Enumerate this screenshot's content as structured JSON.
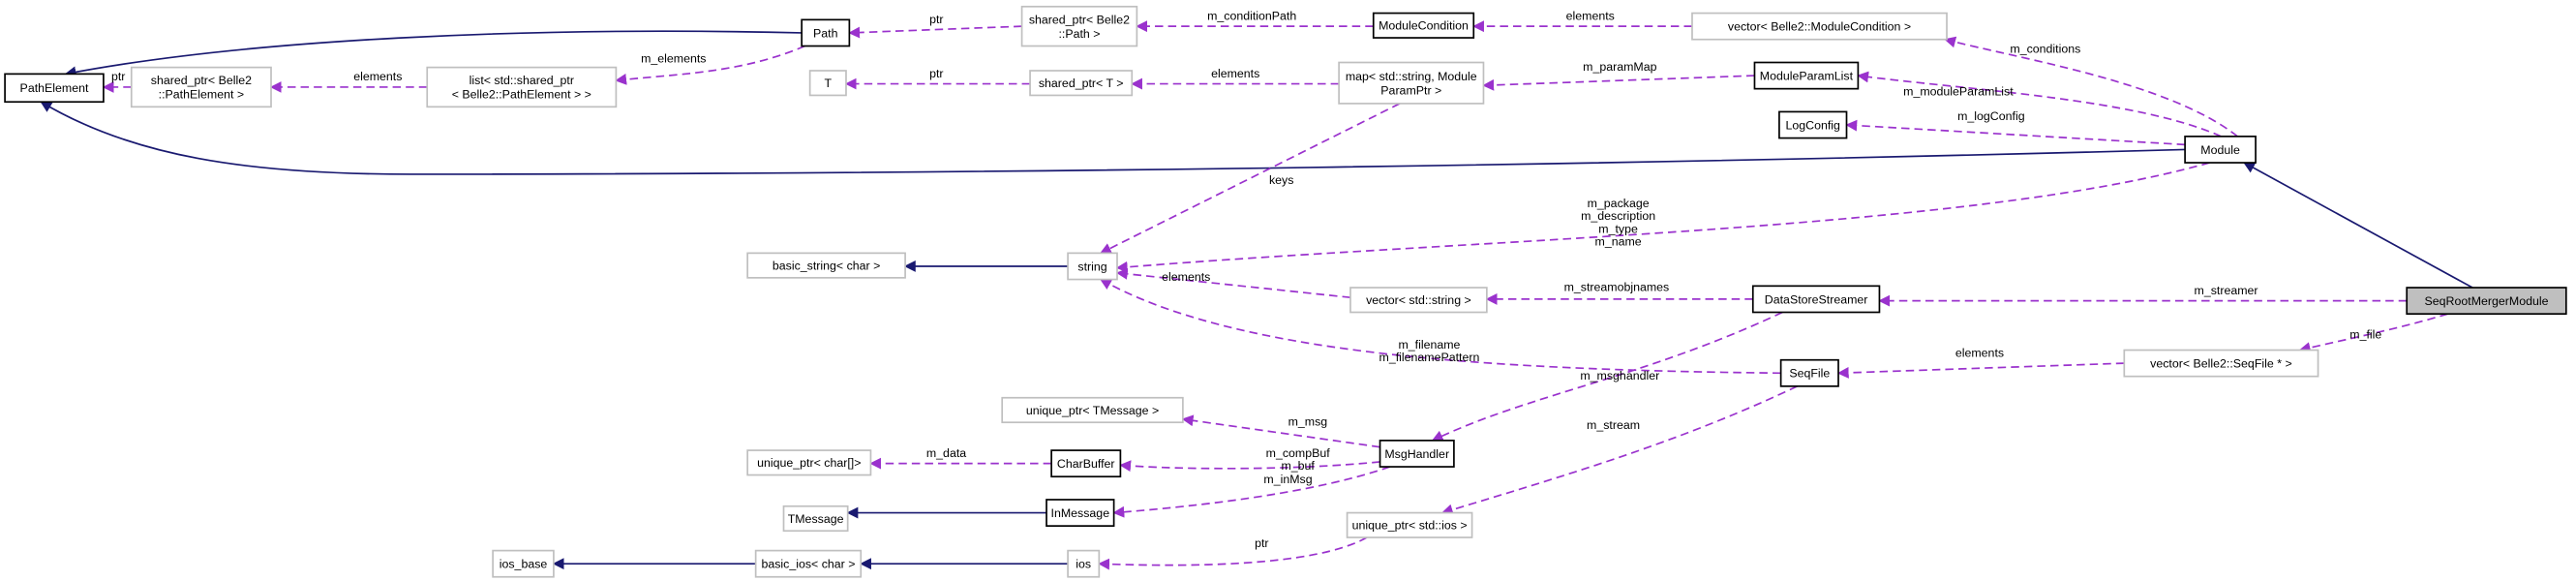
{
  "colors": {
    "inheritance": "#191970",
    "usage": "#9a32cd",
    "class_border": "#000000",
    "external_border": "#bfbfbf",
    "highlight_fill": "#bfbfbf"
  },
  "nodes": [
    {
      "id": "PathElement",
      "lines": [
        "PathElement"
      ],
      "kind": "class"
    },
    {
      "id": "Path",
      "lines": [
        "Path"
      ],
      "kind": "class"
    },
    {
      "id": "sp_PathElement",
      "lines": [
        "shared_ptr< Belle2",
        "::PathElement >"
      ],
      "kind": "external"
    },
    {
      "id": "list_sp",
      "lines": [
        "list< std::shared_ptr",
        "< Belle2::PathElement > >"
      ],
      "kind": "external"
    },
    {
      "id": "T",
      "lines": [
        "T"
      ],
      "kind": "external"
    },
    {
      "id": "sp_Path",
      "lines": [
        "shared_ptr< Belle2",
        "::Path >"
      ],
      "kind": "external"
    },
    {
      "id": "ModuleCondition",
      "lines": [
        "ModuleCondition"
      ],
      "kind": "class"
    },
    {
      "id": "vec_ModuleCondition",
      "lines": [
        "vector< Belle2::ModuleCondition >"
      ],
      "kind": "external"
    },
    {
      "id": "sp_T",
      "lines": [
        "shared_ptr< T >"
      ],
      "kind": "external"
    },
    {
      "id": "map",
      "lines": [
        "map< std::string, Module",
        "ParamPtr >"
      ],
      "kind": "external"
    },
    {
      "id": "ModuleParamList",
      "lines": [
        "ModuleParamList"
      ],
      "kind": "class"
    },
    {
      "id": "LogConfig",
      "lines": [
        "LogConfig"
      ],
      "kind": "class"
    },
    {
      "id": "Module",
      "lines": [
        "Module"
      ],
      "kind": "class"
    },
    {
      "id": "basic_string",
      "lines": [
        "basic_string< char >"
      ],
      "kind": "external"
    },
    {
      "id": "string",
      "lines": [
        "string"
      ],
      "kind": "external"
    },
    {
      "id": "vec_string",
      "lines": [
        "vector< std::string >"
      ],
      "kind": "external"
    },
    {
      "id": "DataStoreStreamer",
      "lines": [
        "DataStoreStreamer"
      ],
      "kind": "class"
    },
    {
      "id": "SeqRootMergerModule",
      "lines": [
        "SeqRootMergerModule"
      ],
      "kind": "highlight"
    },
    {
      "id": "SeqFile",
      "lines": [
        "SeqFile"
      ],
      "kind": "class"
    },
    {
      "id": "vec_SeqFile",
      "lines": [
        "vector< Belle2::SeqFile * >"
      ],
      "kind": "external"
    },
    {
      "id": "up_TMessage",
      "lines": [
        "unique_ptr< TMessage >"
      ],
      "kind": "external"
    },
    {
      "id": "up_char",
      "lines": [
        "unique_ptr< char[]>"
      ],
      "kind": "external"
    },
    {
      "id": "CharBuffer",
      "lines": [
        "CharBuffer"
      ],
      "kind": "class"
    },
    {
      "id": "MsgHandler",
      "lines": [
        "MsgHandler"
      ],
      "kind": "class"
    },
    {
      "id": "TMessage",
      "lines": [
        "TMessage"
      ],
      "kind": "external"
    },
    {
      "id": "InMessage",
      "lines": [
        "InMessage"
      ],
      "kind": "class"
    },
    {
      "id": "up_ios",
      "lines": [
        "unique_ptr< std::ios >"
      ],
      "kind": "external"
    },
    {
      "id": "ios_base",
      "lines": [
        "ios_base"
      ],
      "kind": "external"
    },
    {
      "id": "basic_ios",
      "lines": [
        "basic_ios< char >"
      ],
      "kind": "external"
    },
    {
      "id": "ios",
      "lines": [
        "ios"
      ],
      "kind": "external"
    }
  ],
  "edges": [
    {
      "from": "Path",
      "to": "PathElement",
      "type": "inheritance",
      "label": []
    },
    {
      "from": "Module",
      "to": "PathElement",
      "type": "inheritance",
      "label": []
    },
    {
      "from": "SeqRootMergerModule",
      "to": "Module",
      "type": "inheritance",
      "label": []
    },
    {
      "from": "string",
      "to": "basic_string",
      "type": "inheritance",
      "label": []
    },
    {
      "from": "InMessage",
      "to": "TMessage",
      "type": "inheritance",
      "label": []
    },
    {
      "from": "ios",
      "to": "basic_ios",
      "type": "inheritance",
      "label": []
    },
    {
      "from": "basic_ios",
      "to": "ios_base",
      "type": "inheritance",
      "label": []
    },
    {
      "from": "sp_PathElement",
      "to": "PathElement",
      "type": "usage",
      "label": [
        "ptr"
      ]
    },
    {
      "from": "list_sp",
      "to": "sp_PathElement",
      "type": "usage",
      "label": [
        "elements"
      ]
    },
    {
      "from": "Path",
      "to": "list_sp",
      "type": "usage",
      "label": [
        "m_elements"
      ]
    },
    {
      "from": "sp_Path",
      "to": "Path",
      "type": "usage",
      "label": [
        "ptr"
      ]
    },
    {
      "from": "ModuleCondition",
      "to": "sp_Path",
      "type": "usage",
      "label": [
        "m_conditionPath"
      ]
    },
    {
      "from": "vec_ModuleCondition",
      "to": "ModuleCondition",
      "type": "usage",
      "label": [
        "elements"
      ]
    },
    {
      "from": "Module",
      "to": "vec_ModuleCondition",
      "type": "usage",
      "label": [
        "m_conditions"
      ]
    },
    {
      "from": "sp_T",
      "to": "T",
      "type": "usage",
      "label": [
        "ptr"
      ]
    },
    {
      "from": "map",
      "to": "sp_T",
      "type": "usage",
      "label": [
        "elements"
      ]
    },
    {
      "from": "ModuleParamList",
      "to": "map",
      "type": "usage",
      "label": [
        "m_paramMap"
      ]
    },
    {
      "from": "Module",
      "to": "ModuleParamList",
      "type": "usage",
      "label": [
        "m_moduleParamList"
      ]
    },
    {
      "from": "Module",
      "to": "LogConfig",
      "type": "usage",
      "label": [
        "m_logConfig"
      ]
    },
    {
      "from": "map",
      "to": "string",
      "type": "usage",
      "label": [
        "keys"
      ]
    },
    {
      "from": "Module",
      "to": "string",
      "type": "usage",
      "label": [
        "m_package",
        "m_description",
        "m_type",
        "m_name"
      ]
    },
    {
      "from": "vec_string",
      "to": "string",
      "type": "usage",
      "label": [
        "elements"
      ]
    },
    {
      "from": "DataStoreStreamer",
      "to": "vec_string",
      "type": "usage",
      "label": [
        "m_streamobjnames"
      ]
    },
    {
      "from": "SeqRootMergerModule",
      "to": "DataStoreStreamer",
      "type": "usage",
      "label": [
        "m_streamer"
      ]
    },
    {
      "from": "SeqRootMergerModule",
      "to": "vec_SeqFile",
      "type": "usage",
      "label": [
        "m_file"
      ]
    },
    {
      "from": "vec_SeqFile",
      "to": "SeqFile",
      "type": "usage",
      "label": [
        "elements"
      ]
    },
    {
      "from": "SeqFile",
      "to": "string",
      "type": "usage",
      "label": [
        "m_filename",
        "m_filenamePattern"
      ]
    },
    {
      "from": "DataStoreStreamer",
      "to": "MsgHandler",
      "type": "usage",
      "label": [
        "m_msghandler"
      ]
    },
    {
      "from": "SeqFile",
      "to": "up_ios",
      "type": "usage",
      "label": [
        "m_stream"
      ]
    },
    {
      "from": "MsgHandler",
      "to": "up_TMessage",
      "type": "usage",
      "label": [
        "m_msg"
      ]
    },
    {
      "from": "MsgHandler",
      "to": "CharBuffer",
      "type": "usage",
      "label": [
        "m_compBuf",
        "m_buf"
      ]
    },
    {
      "from": "CharBuffer",
      "to": "up_char",
      "type": "usage",
      "label": [
        "m_data"
      ]
    },
    {
      "from": "MsgHandler",
      "to": "InMessage",
      "type": "usage",
      "label": [
        "m_inMsg"
      ]
    },
    {
      "from": "up_ios",
      "to": "ios",
      "type": "usage",
      "label": [
        "ptr"
      ]
    }
  ]
}
